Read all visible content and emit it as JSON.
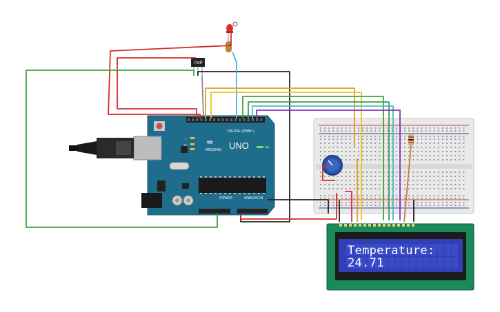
{
  "circuit": {
    "lcd_line1": "Temperature:",
    "lcd_line2": "24.71",
    "sensor_label": "TMP",
    "board_brand": "ARDUINO",
    "board_model": "UNO",
    "digital_header_label": "DIGITAL (PWM~)",
    "power_label": "POWER",
    "analog_label": "ANALOG IN",
    "tx_label": "TX",
    "rx_label": "RX",
    "on_label": "ON",
    "l_label": "L"
  },
  "colors": {
    "board": "#1f6d8c",
    "lcd_bezel": "#1a8a5a",
    "lcd_screen": "#2f3fb4",
    "wire_red": "#d42a2a",
    "wire_black": "#222222",
    "wire_green": "#3aa040",
    "wire_orange": "#e49a1e",
    "wire_yellow": "#e8c41c",
    "wire_cyan": "#48b8c8",
    "wire_purple": "#7b3bb8",
    "wire_pink": "#d02c6c",
    "wire_gray": "#8a8a8a"
  }
}
